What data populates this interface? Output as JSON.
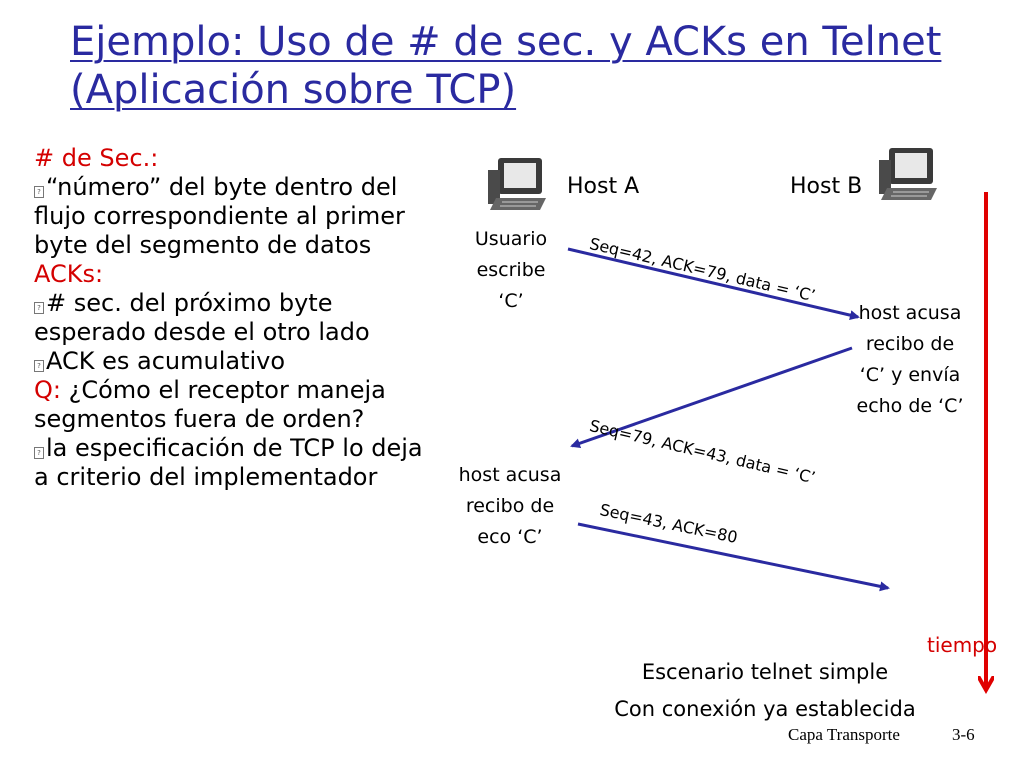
{
  "title": "Ejemplo: Uso de # de sec. y ACKs en Telnet (Aplicación sobre TCP)",
  "left": {
    "seq_heading": "# de Sec.:",
    "seq_item": "“número” del byte dentro del flujo correspondiente al primer byte del segmento de datos",
    "acks_heading": "ACKs:",
    "ack_item1": "# sec. del próximo byte esperado desde el otro lado",
    "ack_item2": "ACK es acumulativo",
    "q_label": "Q:",
    "q_text": "¿Cómo el receptor maneja segmentos fuera de orden?",
    "q_answer": "la especificación de TCP lo deja a criterio del implementador"
  },
  "diagram": {
    "host_a": "Host A",
    "host_b": "Host B",
    "event_a1": [
      "Usuario",
      "escribe",
      "‘C’"
    ],
    "event_b": [
      "host acusa",
      "recibo de",
      "‘C’ y envía",
      "echo de ‘C’"
    ],
    "event_a2": [
      "host acusa",
      "recibo de",
      "eco ‘C’"
    ],
    "msg1": "Seq=42, ACK=79, data = ‘C’",
    "msg2": "Seq=79, ACK=43, data = ‘C’",
    "msg3": "Seq=43, ACK=80",
    "time_label": "tiempo",
    "caption1": "Escenario telnet simple",
    "caption2": "Con conexión ya establecida"
  },
  "colors": {
    "title": "#2a2aa0",
    "accent": "#d40000",
    "arrow": "#2a2aa0"
  },
  "footer": {
    "label": "Capa Transporte",
    "page": "3-6"
  }
}
